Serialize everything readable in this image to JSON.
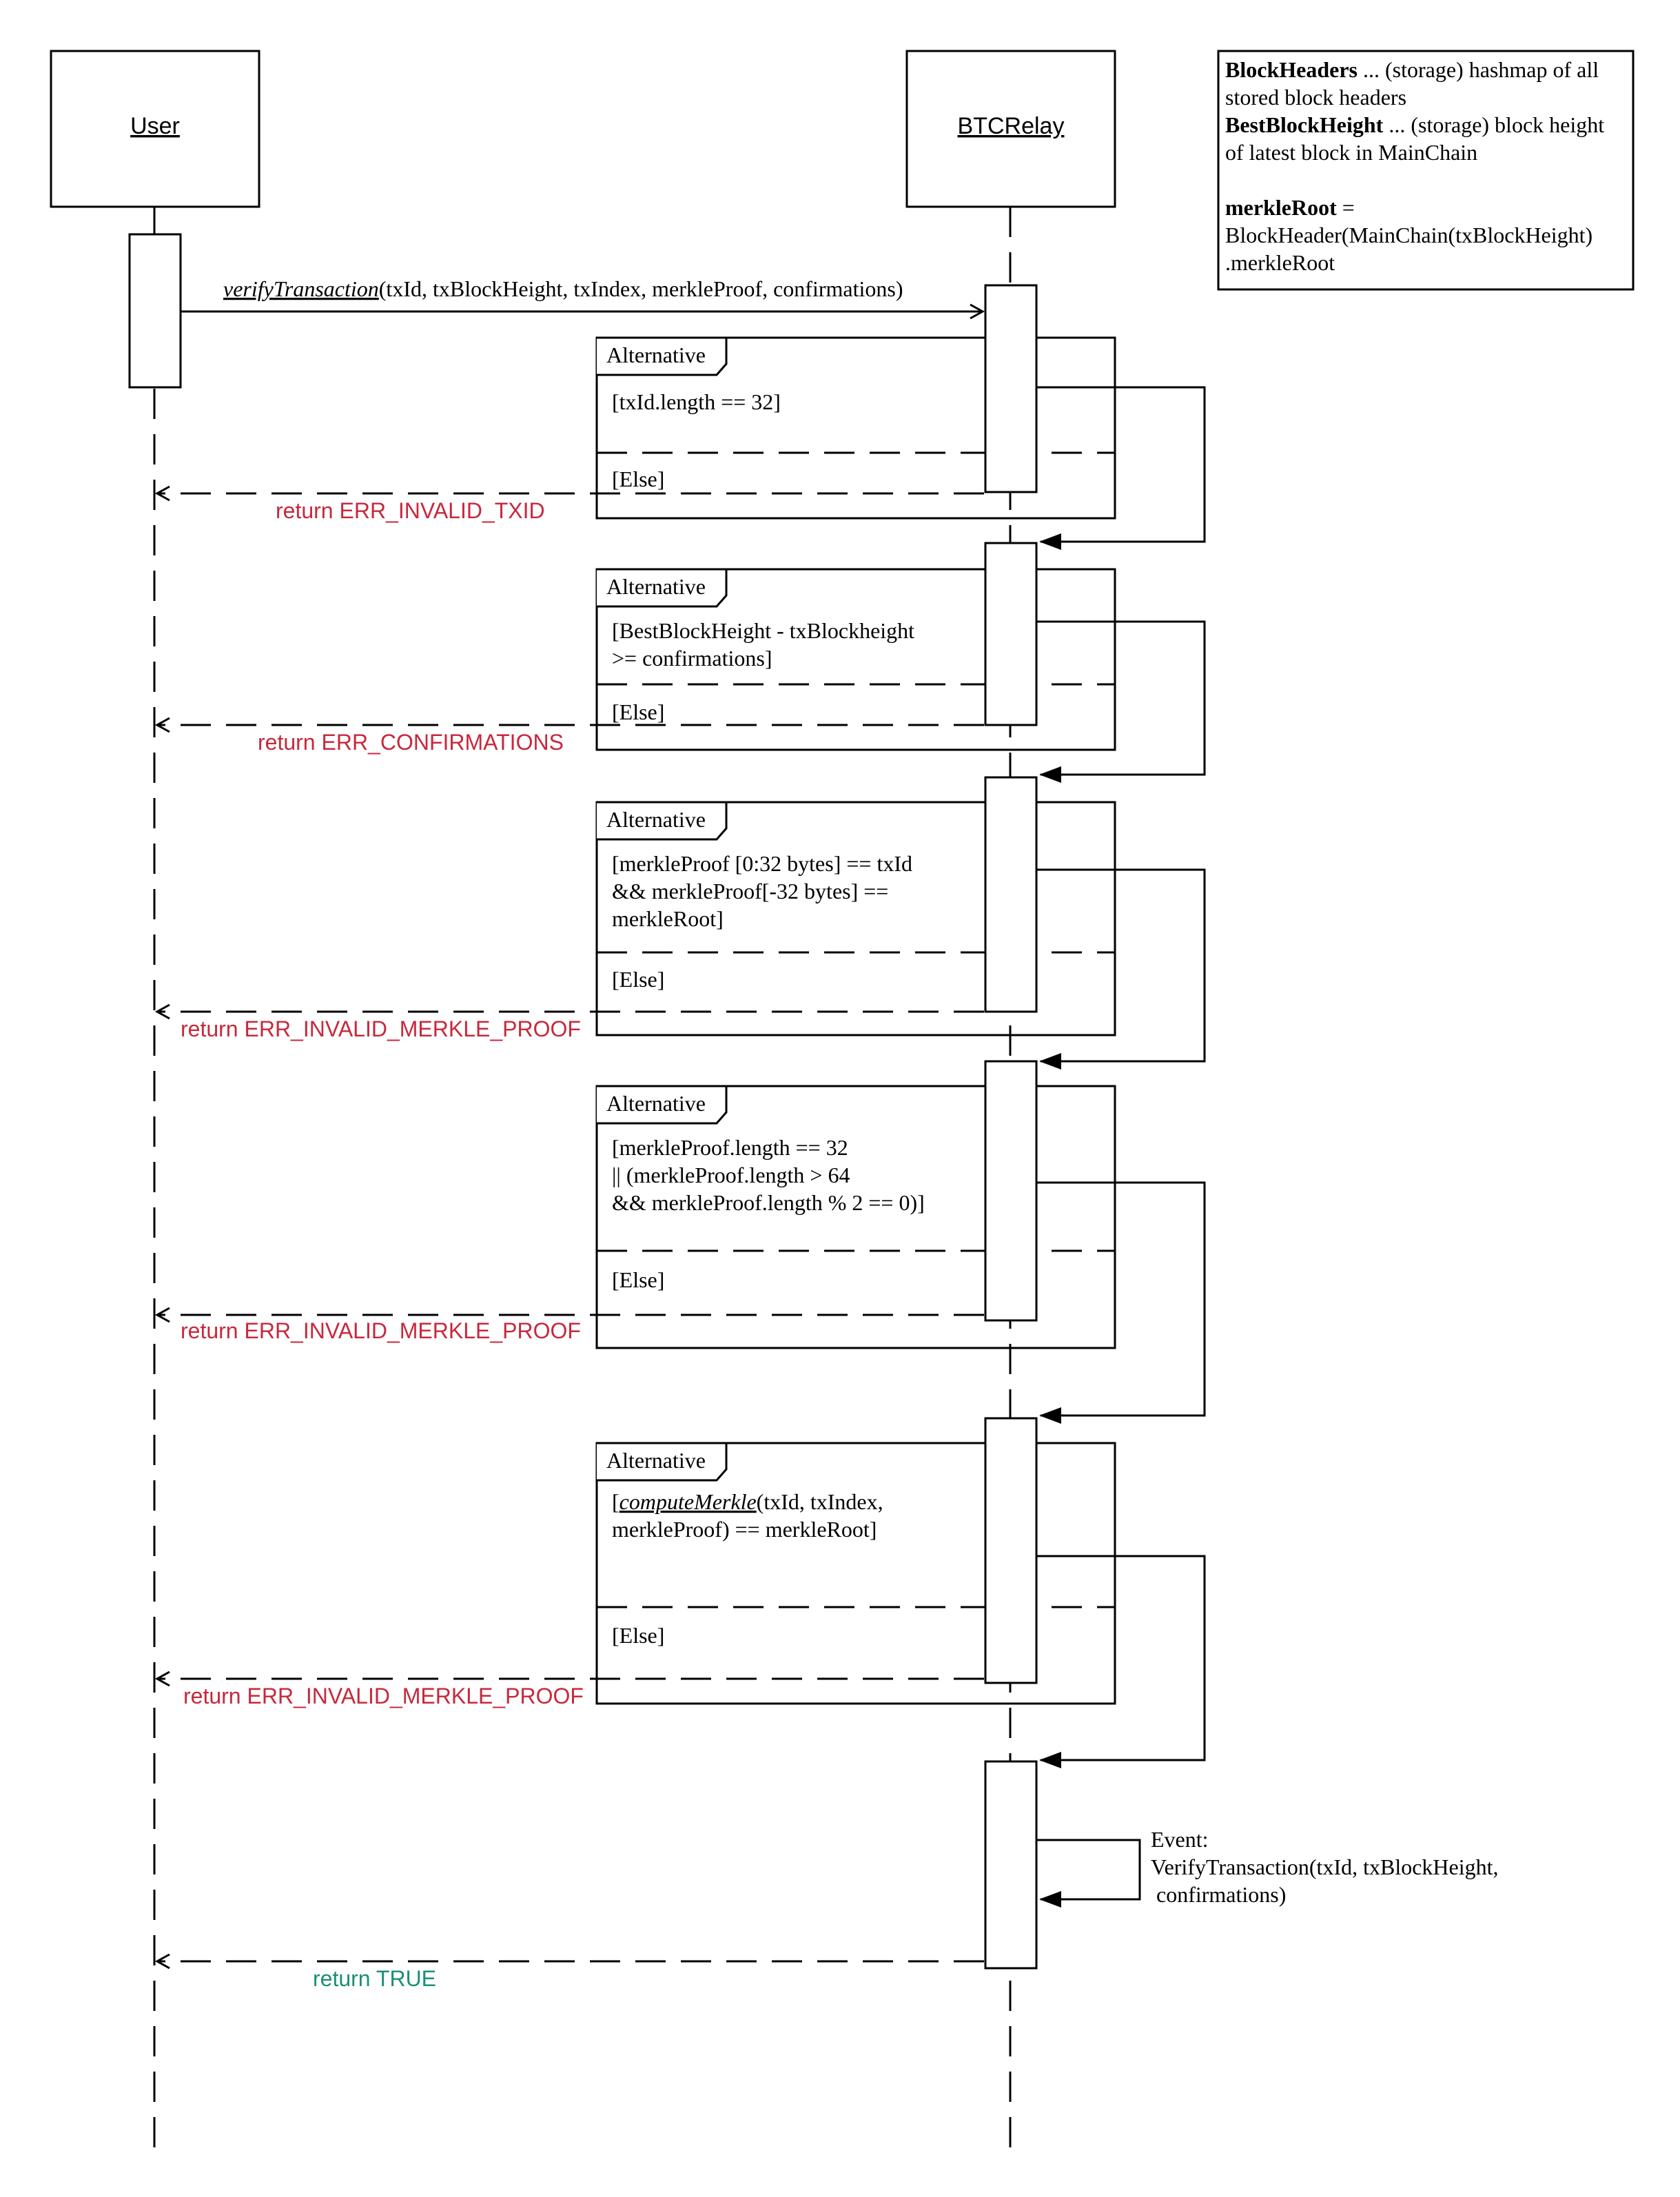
{
  "participants": {
    "user": "User",
    "btcrelay": "BTCRelay"
  },
  "note": {
    "blockheaders_term": "BlockHeaders",
    "blockheaders_desc_1": " ... (storage) hashmap of all",
    "blockheaders_desc_2": "stored block headers",
    "bestblockheight_term": "BestBlockHeight",
    "bestblockheight_desc_1": " ... (storage) block height",
    "bestblockheight_desc_2": "of latest block in MainChain",
    "merkleroot_term": "merkleRoot",
    "merkleroot_desc_1": " =",
    "merkleroot_desc_2": "BlockHeader(MainChain(txBlockHeight)",
    "merkleroot_desc_3": ".merkleRoot"
  },
  "call": {
    "method": "verifyTransaction",
    "params": "(txId, txBlockHeight, txIndex, merkleProof, confirmations)"
  },
  "fragments": [
    {
      "label": "Alternative",
      "guard_lines": [
        "[txId.length == 32]"
      ],
      "else_label": "[Else]",
      "return_label": "return ERR_INVALID_TXID"
    },
    {
      "label": "Alternative",
      "guard_lines": [
        "[BestBlockHeight - txBlockheight",
        ">= confirmations]"
      ],
      "else_label": "[Else]",
      "return_label": "return ERR_CONFIRMATIONS"
    },
    {
      "label": "Alternative",
      "guard_lines": [
        "[merkleProof [0:32 bytes] == txId",
        "&& merkleProof[-32 bytes] ==",
        "merkleRoot]"
      ],
      "else_label": "[Else]",
      "return_label": "return ERR_INVALID_MERKLE_PROOF"
    },
    {
      "label": "Alternative",
      "guard_lines": [
        "[merkleProof.length == 32",
        "|| (merkleProof.length > 64",
        "&& merkleProof.length % 2 == 0)]"
      ],
      "else_label": "[Else]",
      "return_label": "return ERR_INVALID_MERKLE_PROOF"
    },
    {
      "label": "Alternative",
      "guard_open": "[",
      "guard_method": "computeMerkle",
      "guard_rest": "(txId, txIndex,",
      "guard_line2": "merkleProof) == merkleRoot]",
      "else_label": "[Else]",
      "return_label": "return ERR_INVALID_MERKLE_PROOF"
    }
  ],
  "event": {
    "line1": "Event:",
    "line2": "VerifyTransaction(txId, txBlockHeight,",
    "line3": " confirmations)"
  },
  "final_return": "return TRUE",
  "colors": {
    "line": "#000000",
    "error": "#c8283c",
    "success": "#1b8f73"
  }
}
